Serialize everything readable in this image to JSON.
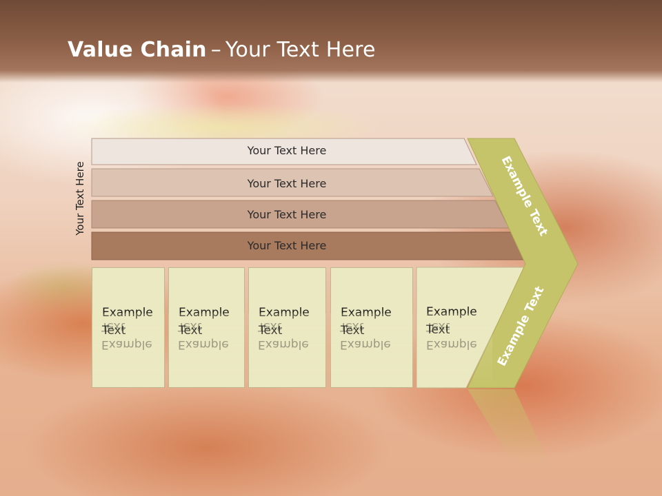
{
  "title": {
    "bold": "Value Chain",
    "dash": "–",
    "rest": "Your Text Here"
  },
  "side_label": "Your Text Here",
  "bars": [
    {
      "label": "Your Text Here",
      "color": "#efe5df"
    },
    {
      "label": "Your Text Here",
      "color": "#ddc3b1"
    },
    {
      "label": "Your Text Here",
      "color": "#c8a38d"
    },
    {
      "label": "Your Text Here",
      "color": "#a87a5e"
    }
  ],
  "boxes": [
    {
      "line1": "Example",
      "line2": "Text"
    },
    {
      "line1": "Example",
      "line2": "Text"
    },
    {
      "line1": "Example",
      "line2": "Text"
    },
    {
      "line1": "Example",
      "line2": "Text"
    },
    {
      "line1": "Example",
      "line2": "Text"
    }
  ],
  "chevron": {
    "upper": "Example Text",
    "lower": "Example Text",
    "color": "#c6c46a"
  }
}
